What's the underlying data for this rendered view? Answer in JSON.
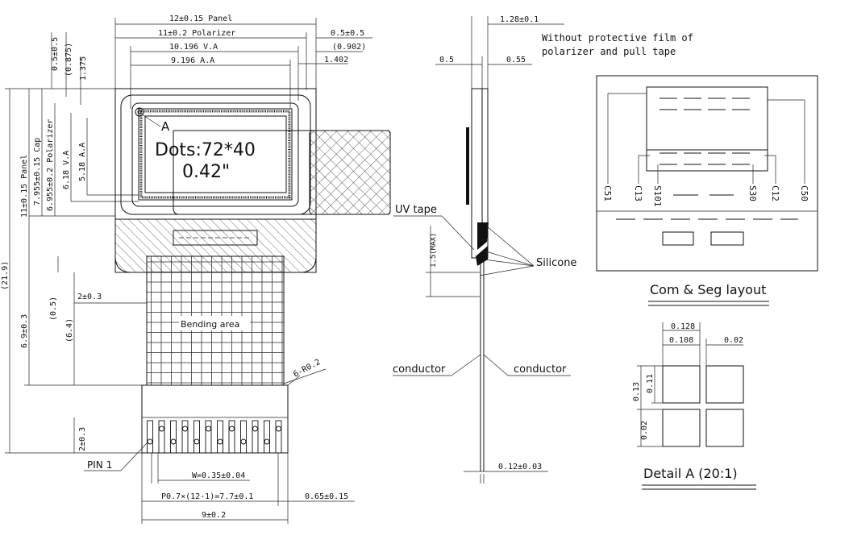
{
  "front_view": {
    "dim_panel_w": "12±0.15 Panel",
    "dim_polarizer_w": "11±0.2 Polarizer",
    "dim_va_w": "10.196 V.A",
    "dim_aa_w": "9.196 A.A",
    "dim_05_top": "0.5±0.5",
    "dim_0902": "(0.902)",
    "dim_1402": "1.402",
    "dim_0875": "(0.875)",
    "dim_1375": "1.375",
    "dim_05_left": "0.5±0.5",
    "dim_panel_h": "11±0.15 Panel",
    "dim_cap_h": "7.955±0.15 Cap",
    "dim_pol_h": "6.955±0.2 Polarizer",
    "dim_va_h": "6.18 V.A",
    "dim_aa_h": "5.18 A.A",
    "dim_total": "(21.9)",
    "dim_tail": "6.9±0.3",
    "dim_05p": "(0.5)",
    "dim_64": "(6.4)",
    "dim_2_side": "2±0.3",
    "dim_2_bottom": "2±0.3",
    "label_a": "A",
    "dots_text": "Dots:72*40",
    "size_text": "0.42\"",
    "bending_area": "Bending area",
    "corner_radius": "6-R0.2",
    "pin1": "PIN 1",
    "pin_width": "W=0.35±0.04",
    "pitch": "P0.7×(12-1)=7.7±0.1",
    "dim_065": "0.65±0.15",
    "dim_9": "9±0.2"
  },
  "side_view": {
    "dim_128": "1.28±0.1",
    "note_line1": "Without protective film of",
    "note_line2": "polarizer and pull tape",
    "dim_05": "0.5",
    "dim_055": "0.55",
    "uv_tape": "UV tape",
    "dim_15max": "1.5(MAX)",
    "silicone": "Silicone",
    "conductor_left": "conductor",
    "conductor_right": "conductor",
    "dim_012": "0.12±0.03"
  },
  "com_seg_layout": {
    "title": "Com & Seg layout",
    "labels": [
      "C51",
      "C13",
      "S101",
      "S30",
      "C12",
      "C50"
    ]
  },
  "detail_a": {
    "title": "Detail A (20:1)",
    "dim_0128": "0.128",
    "dim_0108": "0.108",
    "dim_002_top": "0.02",
    "dim_013": "0.13",
    "dim_011": "0.11",
    "dim_002_left": "0.02"
  }
}
